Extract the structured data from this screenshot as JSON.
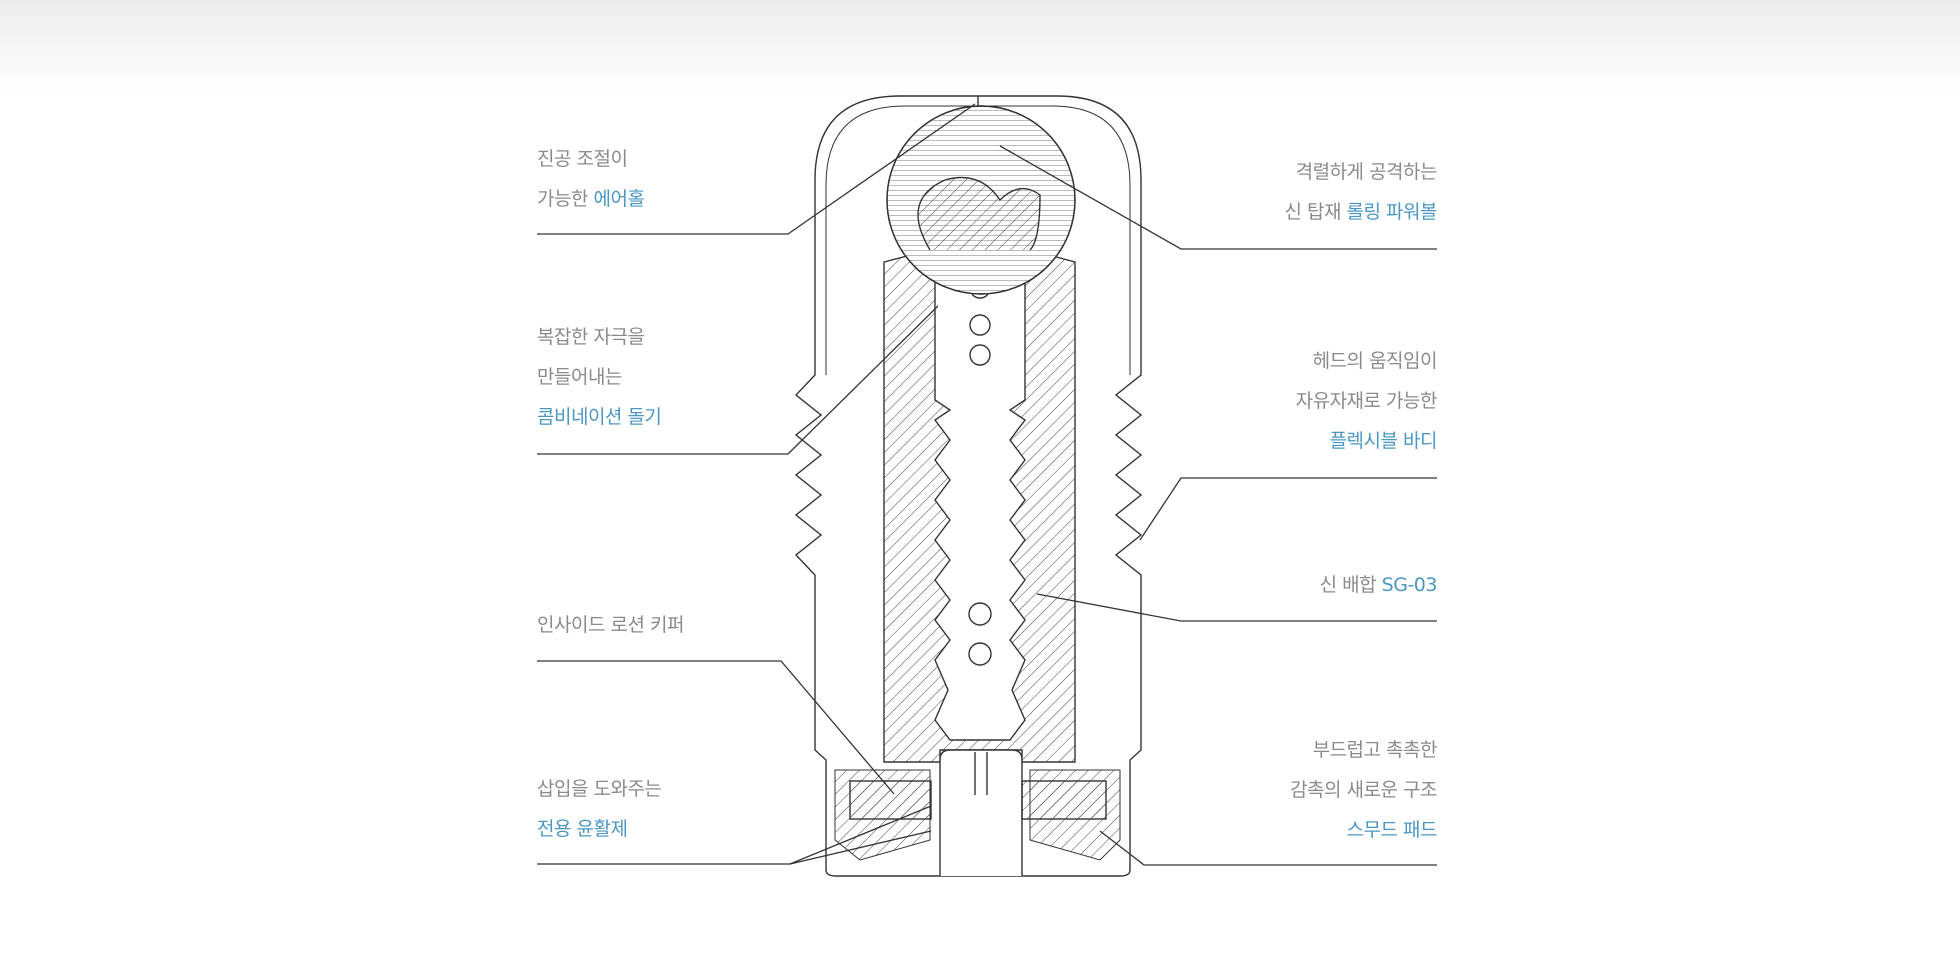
{
  "colors": {
    "text": "#8a8a8a",
    "highlight": "#4b97c2",
    "line": "#333333"
  },
  "labels_left": [
    {
      "lines": [
        {
          "plain": "진공 조절이",
          "highlight": ""
        },
        {
          "plain": "가능한 ",
          "highlight": "에어홀"
        }
      ]
    },
    {
      "lines": [
        {
          "plain": "복잡한 자극을",
          "highlight": ""
        },
        {
          "plain": "만들어내는",
          "highlight": ""
        },
        {
          "plain": "",
          "highlight": "콤비네이션 돌기"
        }
      ]
    },
    {
      "lines": [
        {
          "plain": "인사이드 로션 키퍼",
          "highlight": ""
        }
      ]
    },
    {
      "lines": [
        {
          "plain": "삽입을 도와주는",
          "highlight": ""
        },
        {
          "plain": "",
          "highlight": "전용 윤활제"
        }
      ]
    }
  ],
  "labels_right": [
    {
      "lines": [
        {
          "plain": "격렬하게 공격하는",
          "highlight": ""
        },
        {
          "plain": "신 탑재 ",
          "highlight": "롤링 파워볼"
        }
      ]
    },
    {
      "lines": [
        {
          "plain": "헤드의 움직임이",
          "highlight": ""
        },
        {
          "plain": "자유자재로 가능한",
          "highlight": ""
        },
        {
          "plain": "",
          "highlight": "플렉시블 바디"
        }
      ]
    },
    {
      "lines": [
        {
          "plain": "신 배합 ",
          "highlight": "SG-03"
        }
      ]
    },
    {
      "lines": [
        {
          "plain": "부드럽고 촉촉한",
          "highlight": ""
        },
        {
          "plain": "감촉의 새로운 구조",
          "highlight": ""
        },
        {
          "plain": "",
          "highlight": "스무드 패드"
        }
      ]
    }
  ]
}
